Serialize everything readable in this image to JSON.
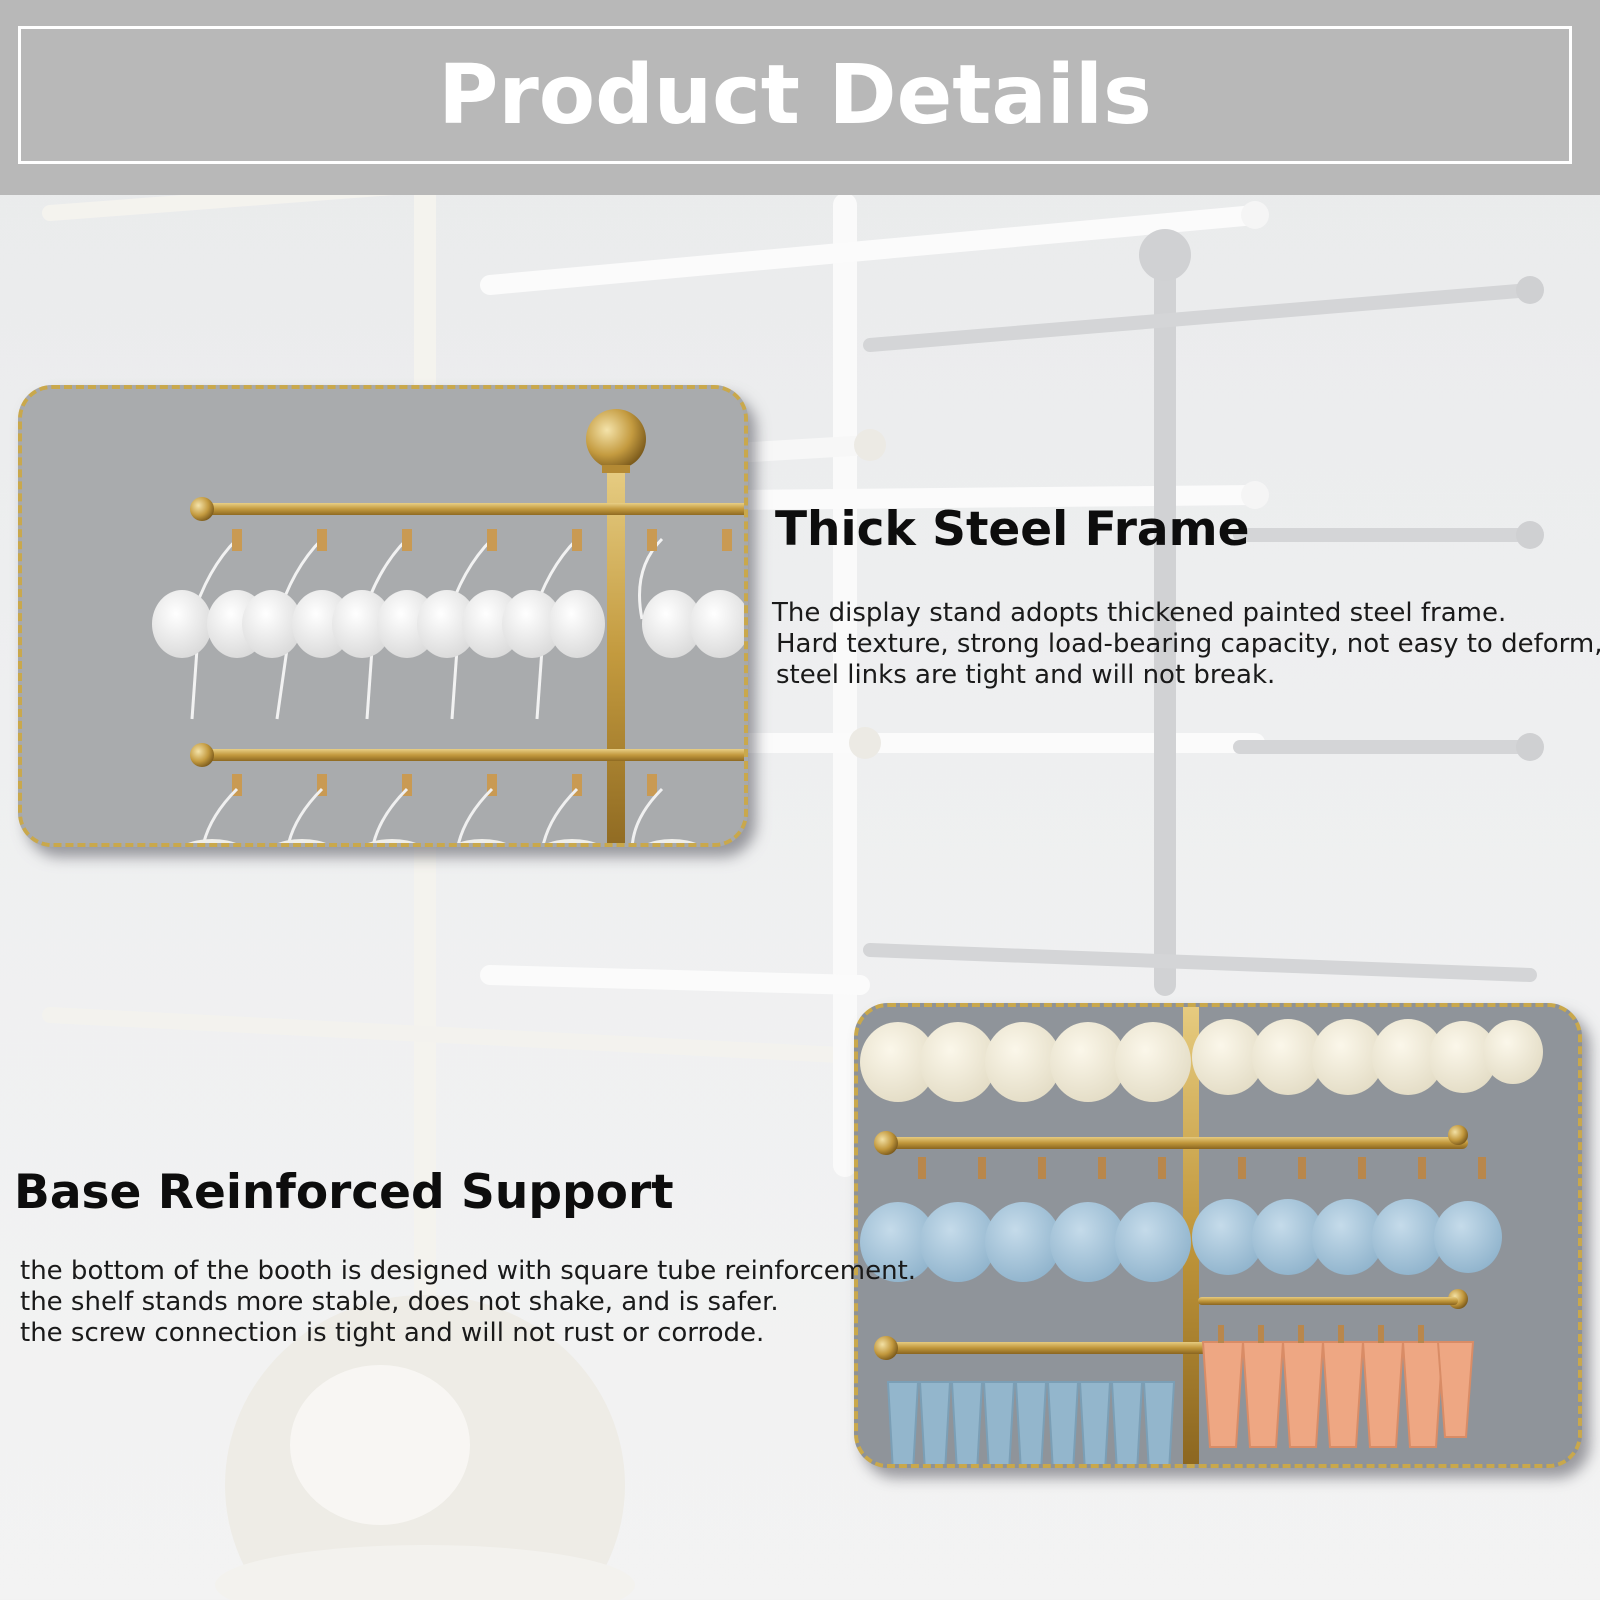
{
  "header": {
    "title": "Product Details"
  },
  "features": [
    {
      "heading": "Thick Steel Frame",
      "lines": [
        "The display stand adopts thickened painted steel frame.",
        "Hard texture, strong load-bearing capacity, not easy to deform,",
        "steel links are tight and will not break."
      ],
      "photo_icon": "gold-rack-with-white-bras"
    },
    {
      "heading": "Base Reinforced Support",
      "lines": [
        "the bottom of the booth is designed with square tube reinforcement.",
        "the shelf stands more stable, does not shake, and is safer.",
        "the screw connection is tight and will not rust or corrode."
      ],
      "photo_icon": "gold-rack-with-colored-lingerie"
    }
  ],
  "colors": {
    "header_bg": "#b8b8b8",
    "photo_border": "#c9a84c",
    "gold": "#c9a246",
    "text": "#0d0d0d"
  }
}
